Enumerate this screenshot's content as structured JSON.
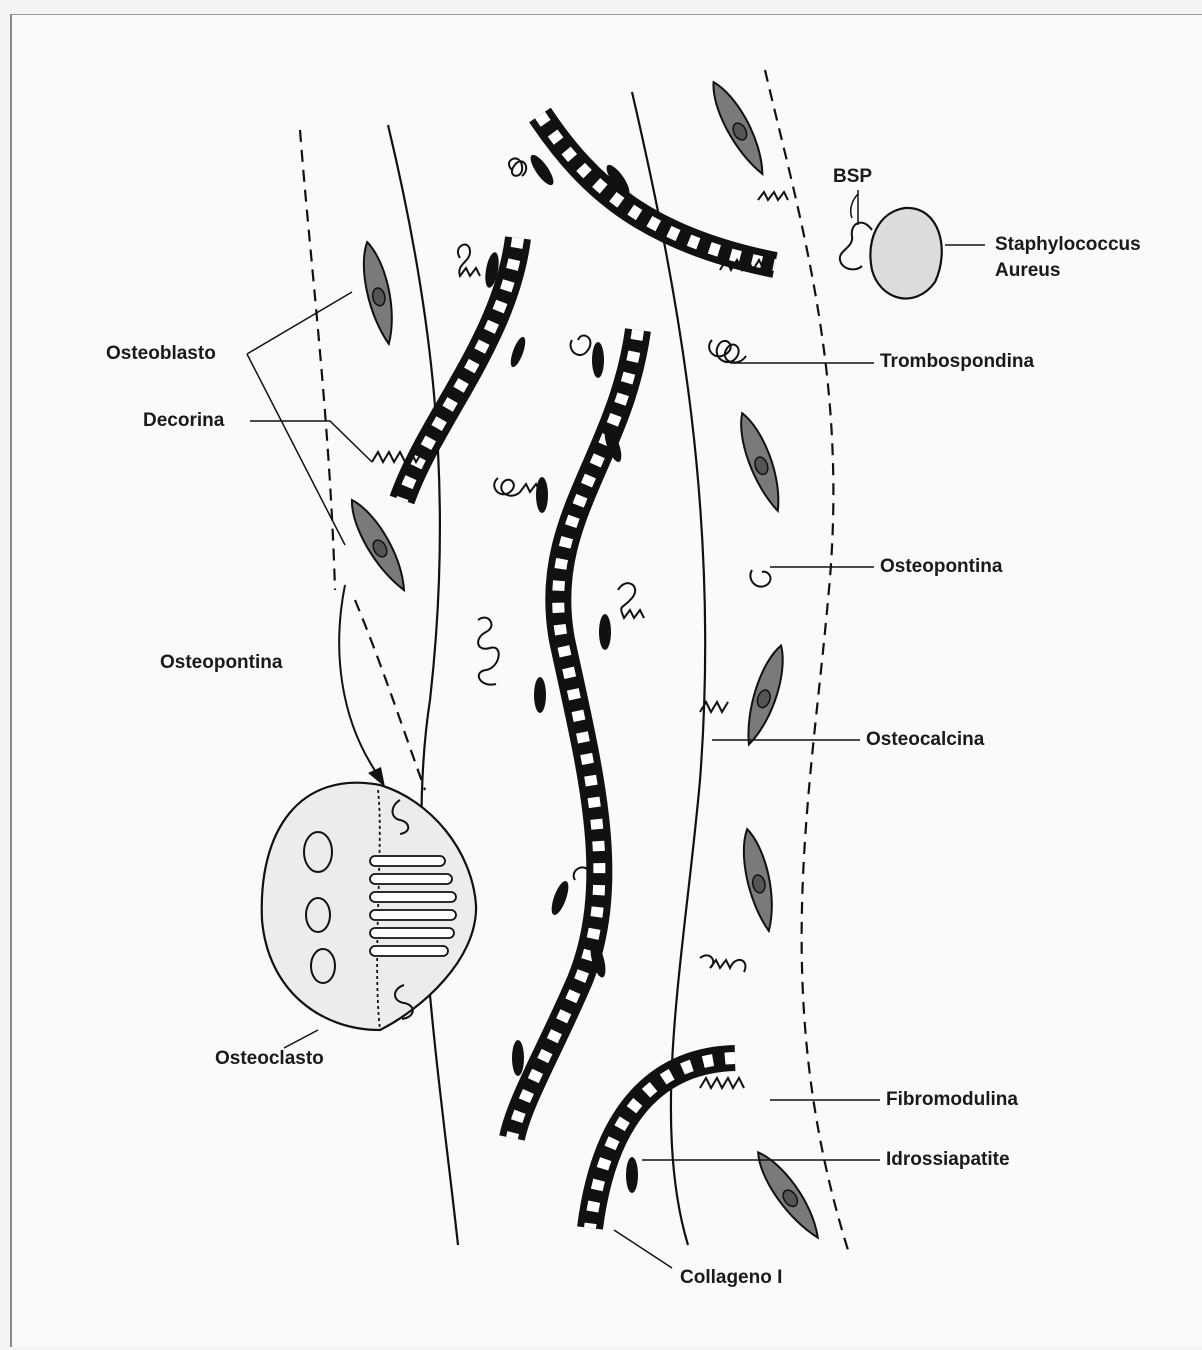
{
  "labels": {
    "osteoblasto": "Osteoblasto",
    "decorina": "Decorina",
    "osteopontina_left": "Osteopontina",
    "osteoclasto": "Osteoclasto",
    "bsp": "BSP",
    "staphylococcus_line1": "Staphylococcus",
    "staphylococcus_line2": "Aureus",
    "trombospondina": "Trombospondina",
    "osteopontina_right": "Osteopontina",
    "osteocalcina": "Osteocalcina",
    "fibromodulina": "Fibromodulina",
    "idrossiapatite": "Idrossiapatite",
    "collageno": "Collageno I"
  },
  "colors": {
    "ink": "#111111",
    "cell_fill": "#7a7a7a",
    "osteoclast_fill": "#ececec",
    "bacterium_fill": "#dcdcdc"
  }
}
